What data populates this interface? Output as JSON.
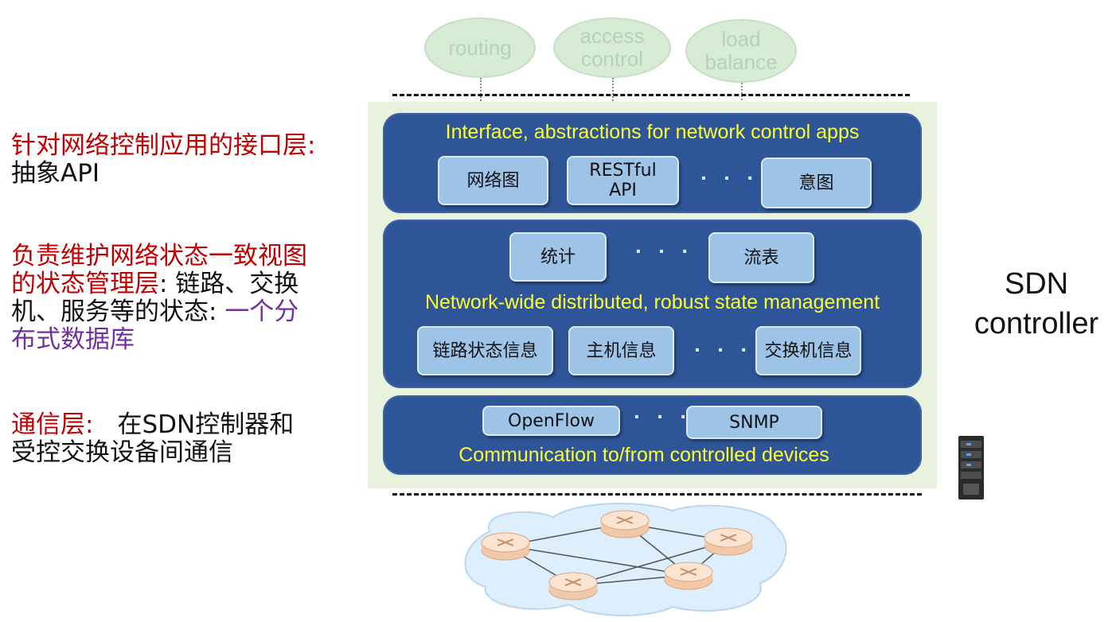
{
  "apps": [
    "routing",
    "access\ncontrol",
    "load\nbalance"
  ],
  "left_notes": {
    "interface": {
      "highlight": "针对网络控制应用的接口层:",
      "rest": "抽象API"
    },
    "state": {
      "highlight": "负责维护网络状态一致视图",
      "line2_highlight": "的状态管理层",
      "line2_rest": ": 链路、交换",
      "line3_rest": "机、服务等的状态: ",
      "line3_purple": "一个分",
      "line4_purple": "布式数据库"
    },
    "comm": {
      "highlight": "通信层:",
      "rest1": "在SDN控制器和",
      "rest2": "受控交换设备间通信"
    }
  },
  "layers": {
    "interface": {
      "title": "Interface, abstractions for network control apps",
      "items": [
        "网络图",
        "RESTful\nAPI",
        "意图"
      ]
    },
    "state": {
      "title": "Network-wide distributed, robust  state management",
      "top_items": [
        "统计",
        "流表"
      ],
      "bottom_items": [
        "链路状态信息",
        "主机信息",
        "交换机信息"
      ]
    },
    "comm": {
      "title": "Communication to/from controlled devices",
      "items": [
        "OpenFlow",
        "SNMP"
      ]
    }
  },
  "ellipsis": "· · ·",
  "controller_label": "SDN\ncontroller",
  "colors": {
    "layer": "#2e5597",
    "title_text": "#ffff2e",
    "box": "#9dc3e6",
    "panel": "#e9f2dd",
    "red": "#c00000",
    "purple": "#7030a0"
  },
  "icons": [
    "server-icon",
    "router-icon",
    "cloud-icon"
  ]
}
